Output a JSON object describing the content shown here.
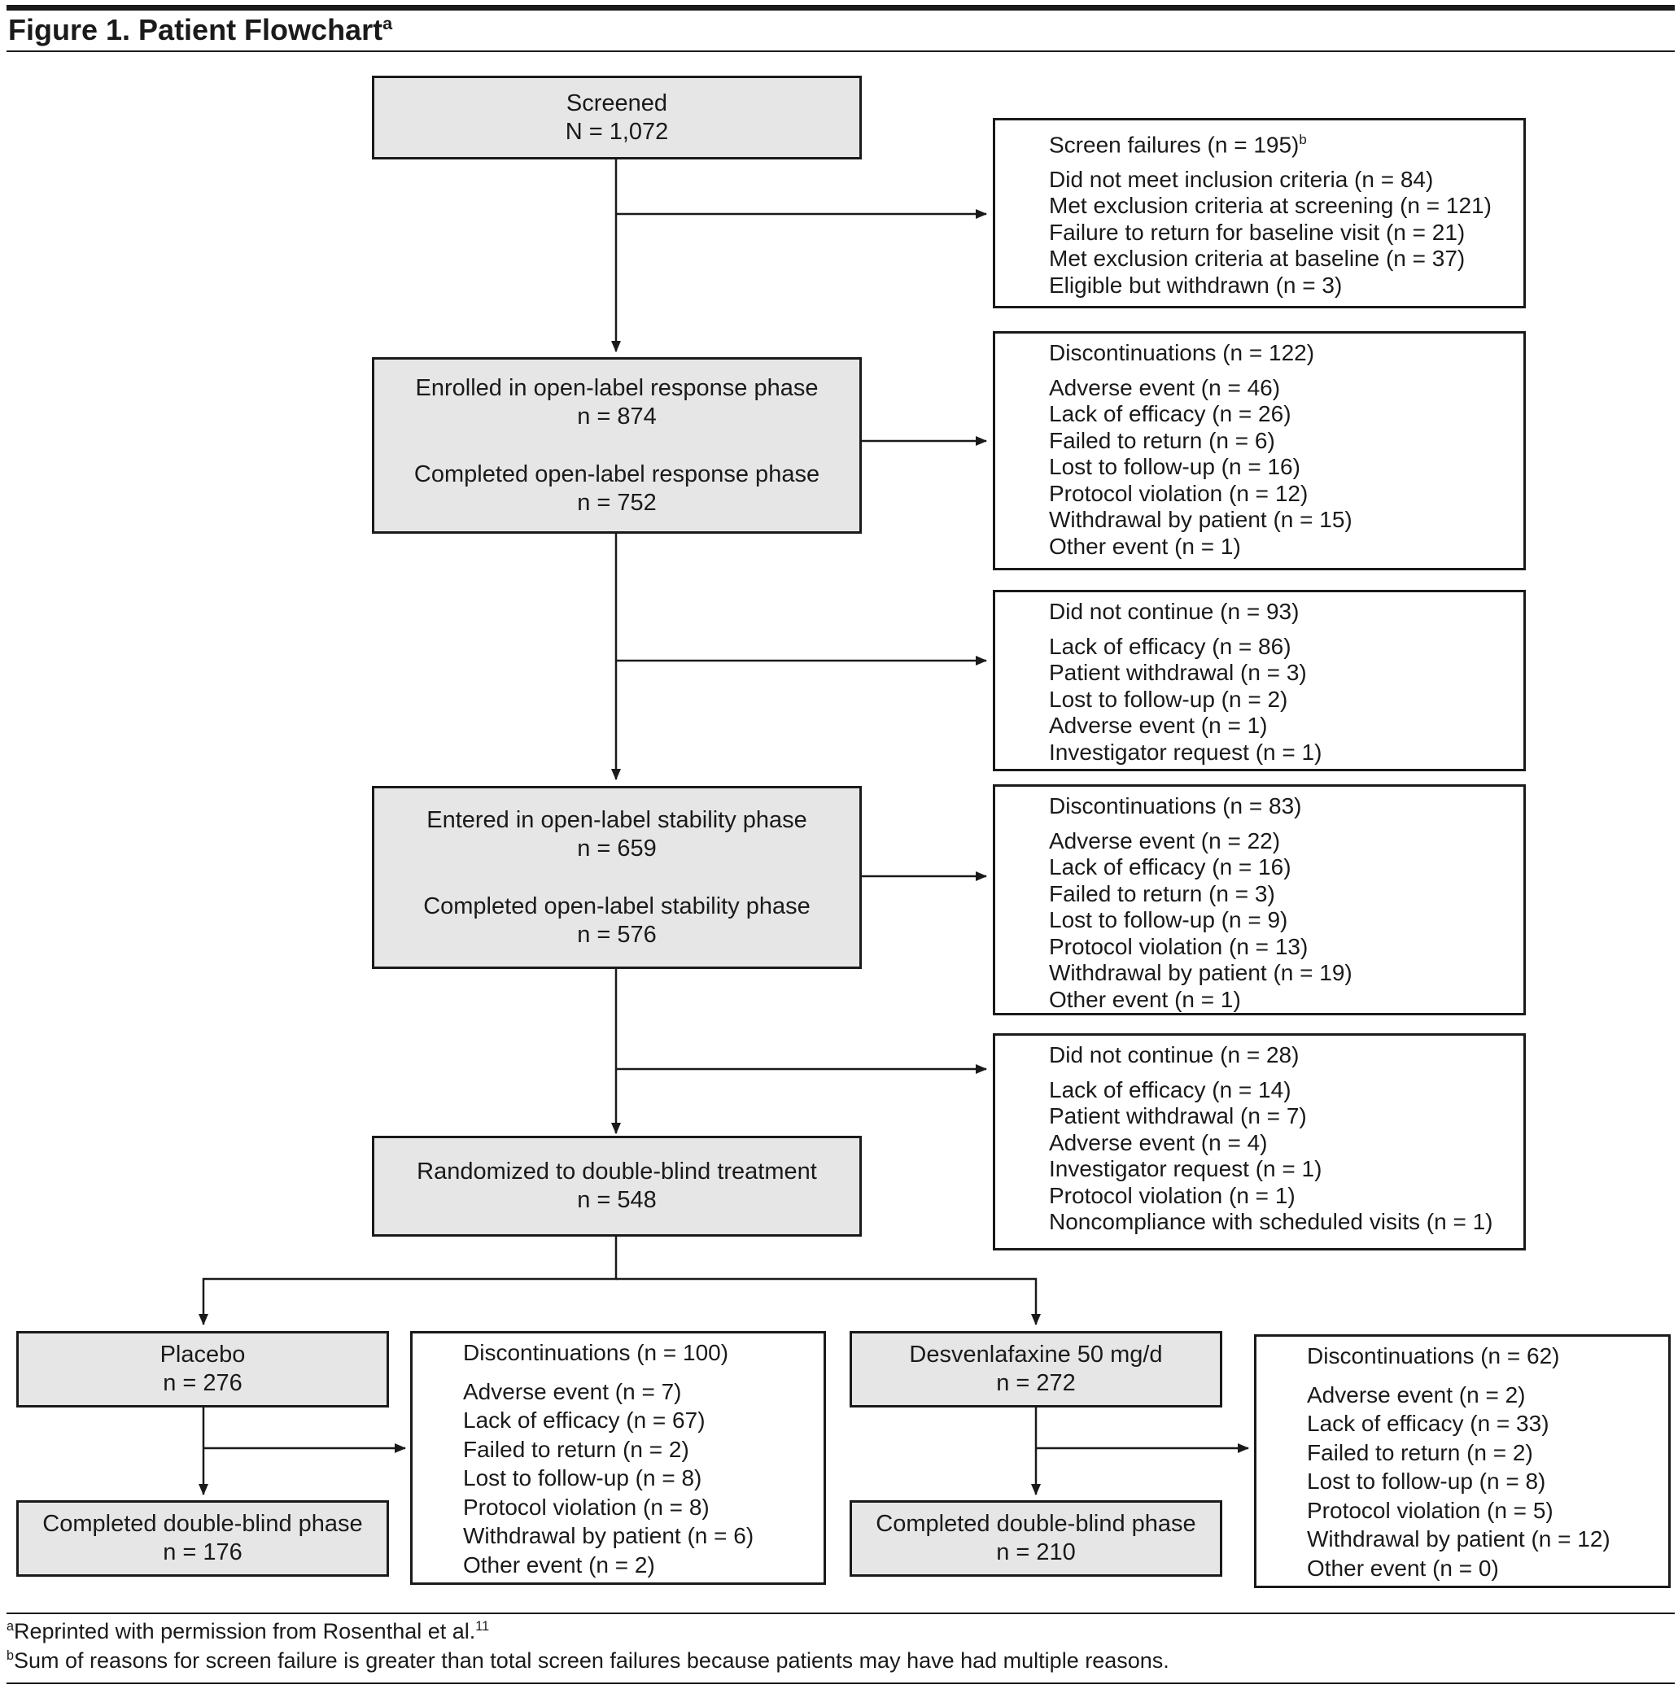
{
  "figure": {
    "title": "Figure 1. Patient Flowchart",
    "title_sup": "a"
  },
  "screened": {
    "line1": "Screened",
    "line2": "N = 1,072"
  },
  "screen_failures": {
    "heading": "Screen failures (n = 195)",
    "heading_sup": "b",
    "items": [
      "Did not meet inclusion criteria (n = 84)",
      "Met exclusion criteria at screening (n = 121)",
      "Failure to return for baseline visit (n = 21)",
      "Met exclusion criteria at baseline (n = 37)",
      "Eligible but withdrawn (n = 3)"
    ]
  },
  "response_phase": {
    "line1": "Enrolled in open-label response phase",
    "line2": "n = 874",
    "line3": "Completed open-label response phase",
    "line4": "n = 752"
  },
  "response_discontinuations": {
    "heading": "Discontinuations (n = 122)",
    "items": [
      "Adverse event (n = 46)",
      "Lack of efficacy (n = 26)",
      "Failed to return (n = 6)",
      "Lost to follow-up (n = 16)",
      "Protocol violation (n = 12)",
      "Withdrawal by patient (n = 15)",
      "Other event (n = 1)"
    ]
  },
  "response_did_not_continue": {
    "heading": "Did not continue (n = 93)",
    "items": [
      "Lack of efficacy (n = 86)",
      "Patient withdrawal (n = 3)",
      "Lost to follow-up (n = 2)",
      "Adverse event (n = 1)",
      "Investigator request (n = 1)"
    ]
  },
  "stability_phase": {
    "line1": "Entered in open-label stability phase",
    "line2": "n = 659",
    "line3": "Completed open-label stability phase",
    "line4": "n = 576"
  },
  "stability_discontinuations": {
    "heading": "Discontinuations (n = 83)",
    "items": [
      "Adverse event (n = 22)",
      "Lack of efficacy (n = 16)",
      "Failed to return (n = 3)",
      "Lost to follow-up (n = 9)",
      "Protocol violation (n = 13)",
      "Withdrawal by patient (n = 19)",
      "Other event (n = 1)"
    ]
  },
  "stability_did_not_continue": {
    "heading": "Did not continue (n = 28)",
    "items": [
      "Lack of efficacy (n = 14)",
      "Patient withdrawal (n = 7)",
      "Adverse event (n = 4)",
      "Investigator request (n = 1)",
      "Protocol violation (n = 1)",
      "Noncompliance with scheduled visits (n = 1)"
    ]
  },
  "randomized": {
    "line1": "Randomized to double-blind treatment",
    "line2": "n = 548"
  },
  "placebo": {
    "line1": "Placebo",
    "line2": "n = 276"
  },
  "placebo_completed": {
    "line1": "Completed double-blind phase",
    "line2": "n = 176"
  },
  "placebo_discontinuations": {
    "heading": "Discontinuations (n = 100)",
    "items": [
      "Adverse event (n = 7)",
      "Lack of efficacy (n = 67)",
      "Failed to return (n = 2)",
      "Lost to follow-up (n = 8)",
      "Protocol violation (n = 8)",
      "Withdrawal by patient (n = 6)",
      "Other event (n = 2)"
    ]
  },
  "desvenlafaxine": {
    "line1": "Desvenlafaxine 50 mg/d",
    "line2": "n = 272"
  },
  "desvenlafaxine_completed": {
    "line1": "Completed double-blind phase",
    "line2": "n = 210"
  },
  "desvenlafaxine_discontinuations": {
    "heading": "Discontinuations (n = 62)",
    "items": [
      "Adverse event (n = 2)",
      "Lack of efficacy (n = 33)",
      "Failed to return (n = 2)",
      "Lost to follow-up (n = 8)",
      "Protocol violation (n = 5)",
      "Withdrawal by patient (n = 12)",
      "Other event (n = 0)"
    ]
  },
  "footnotes": {
    "a_marker": "a",
    "a_text": "Reprinted with permission from Rosenthal et al.",
    "a_ref": "11",
    "b_marker": "b",
    "b_text": "Sum of reasons for screen failure is greater than total screen failures because patients may have had multiple reasons."
  },
  "colors": {
    "box_fill": "#e6e6e6",
    "line": "#1a1a1a"
  }
}
